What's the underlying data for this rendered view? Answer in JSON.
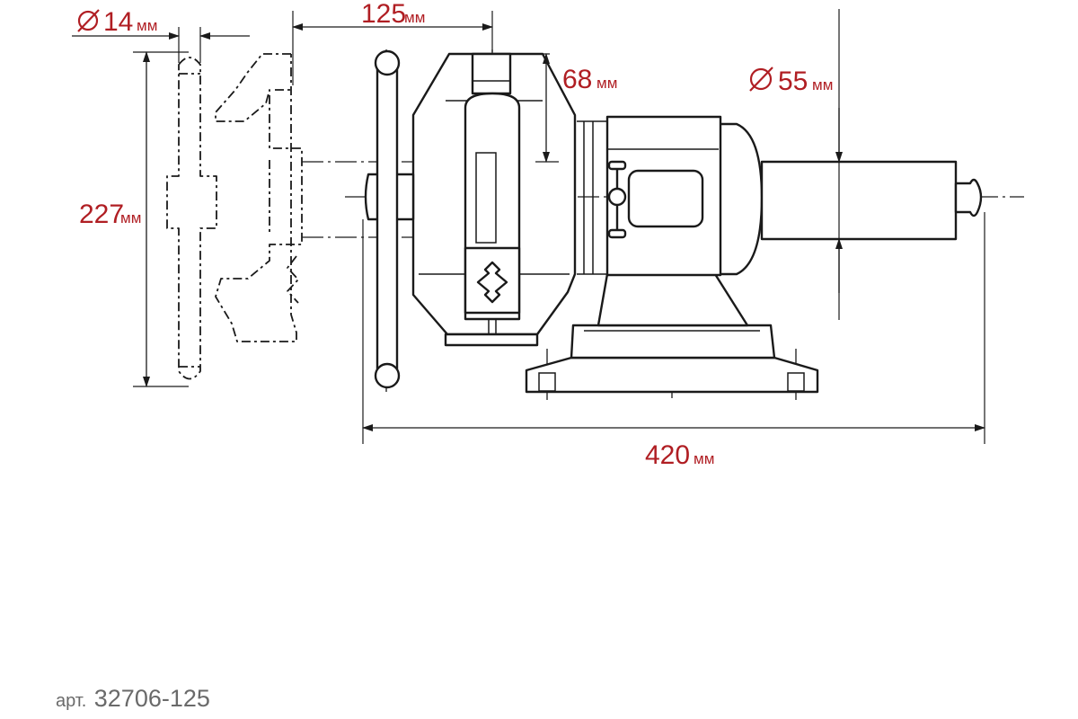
{
  "dimensions": {
    "pin_diameter": {
      "value": "14",
      "unit": "мм"
    },
    "jaw_width": {
      "value": "125",
      "unit": "мм"
    },
    "jaw_depth": {
      "value": "68",
      "unit": "мм"
    },
    "anvil_diameter": {
      "value": "55",
      "unit": "мм"
    },
    "overall_height": {
      "value": "227",
      "unit": "мм"
    },
    "overall_length": {
      "value": "420",
      "unit": "мм"
    }
  },
  "article": {
    "prefix": "арт.",
    "number": "32706-125"
  },
  "colors": {
    "dimension_text": "#b01e23",
    "outline": "#1a1a1a",
    "article_text": "#6a6a6a"
  }
}
